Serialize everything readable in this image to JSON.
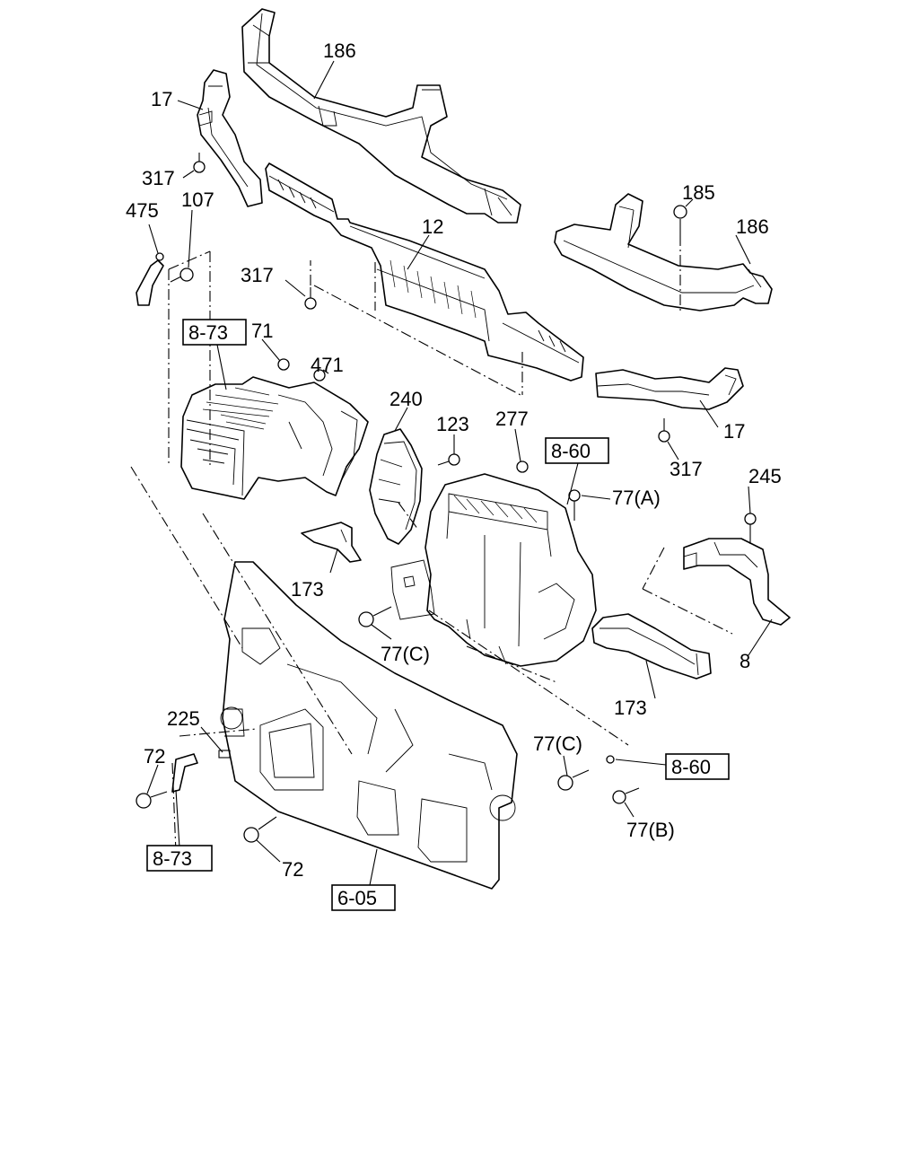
{
  "callouts": [
    {
      "id": "c186a",
      "text": "186"
    },
    {
      "id": "c17a",
      "text": "17"
    },
    {
      "id": "c317a",
      "text": "317"
    },
    {
      "id": "c475",
      "text": "475"
    },
    {
      "id": "c107",
      "text": "107"
    },
    {
      "id": "c185",
      "text": "185"
    },
    {
      "id": "c186b",
      "text": "186"
    },
    {
      "id": "c12",
      "text": "12"
    },
    {
      "id": "c317b",
      "text": "317"
    },
    {
      "id": "c71",
      "text": "71"
    },
    {
      "id": "c471",
      "text": "471"
    },
    {
      "id": "c240",
      "text": "240"
    },
    {
      "id": "c123",
      "text": "123"
    },
    {
      "id": "c277",
      "text": "277"
    },
    {
      "id": "c17b",
      "text": "17"
    },
    {
      "id": "c317c",
      "text": "317"
    },
    {
      "id": "c77a",
      "text": "77(A)"
    },
    {
      "id": "c245",
      "text": "245"
    },
    {
      "id": "c173a",
      "text": "173"
    },
    {
      "id": "c77c1",
      "text": "77(C)"
    },
    {
      "id": "c8",
      "text": "8"
    },
    {
      "id": "c173b",
      "text": "173"
    },
    {
      "id": "c225",
      "text": "225"
    },
    {
      "id": "c72a",
      "text": "72"
    },
    {
      "id": "c77c2",
      "text": "77(C)"
    },
    {
      "id": "c77b",
      "text": "77(B)"
    },
    {
      "id": "c72b",
      "text": "72"
    }
  ],
  "references": [
    {
      "id": "r873a",
      "text": "8-73"
    },
    {
      "id": "r860a",
      "text": "8-60"
    },
    {
      "id": "r860b",
      "text": "8-60"
    },
    {
      "id": "r873b",
      "text": "8-73"
    },
    {
      "id": "r605",
      "text": "6-05"
    }
  ]
}
